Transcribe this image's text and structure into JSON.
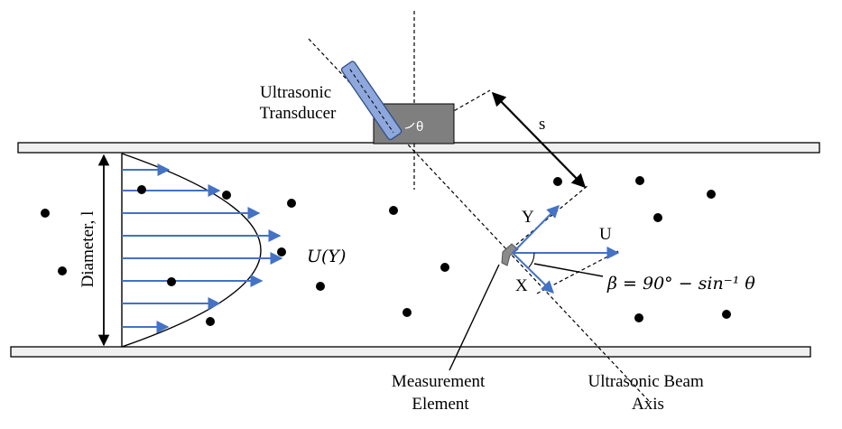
{
  "labels": {
    "transducer_line1": "Ultrasonic",
    "transducer_line2": "Transducer",
    "theta": "θ",
    "distance": "s",
    "diameter": "Diameter, l",
    "velocity_profile": "U(Y)",
    "axis_y": "Y",
    "axis_x": "X",
    "axis_u": "U",
    "beta_formula": "β = 90° − sin⁻¹ θ",
    "measurement_line1": "Measurement",
    "measurement_line2": "Element",
    "beam_line1": "Ultrasonic Beam",
    "beam_line2": "Axis"
  },
  "colors": {
    "pipe_fill": "#f0f0f0",
    "pipe_stroke": "#000000",
    "transducer_body": "#7f7f7f",
    "transducer_probe": "#8ea7dc",
    "arrows": "#4472c4",
    "particles": "#000000"
  }
}
